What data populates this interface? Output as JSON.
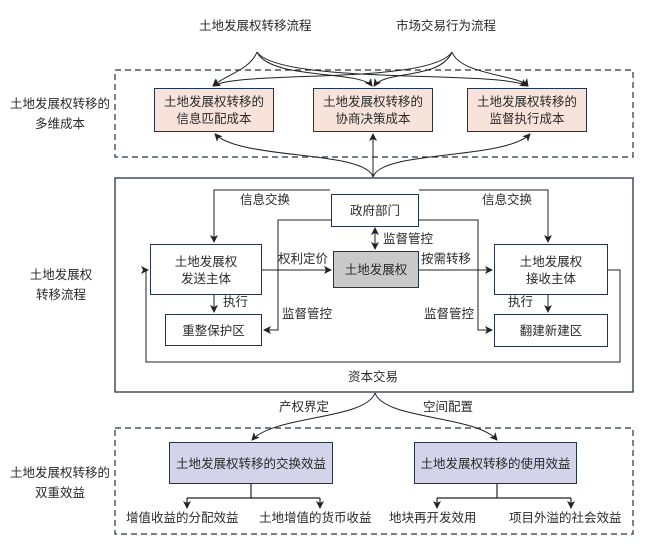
{
  "top": {
    "source_left": "土地发展权转移流程",
    "source_right": "市场交易行为流程"
  },
  "section_costs": {
    "label_line1": "土地发展权转移的",
    "label_line2": "多维成本",
    "boxes": [
      {
        "line1": "土地发展权转移的",
        "line2": "信息匹配成本"
      },
      {
        "line1": "土地发展权转移的",
        "line2": "协商决策成本"
      },
      {
        "line1": "土地发展权转移的",
        "line2": "监督执行成本"
      }
    ]
  },
  "section_flow": {
    "label_line1": "土地发展权",
    "label_line2": "转移流程",
    "gov": "政府部门",
    "core": "土地发展权",
    "sender_line1": "土地发展权",
    "sender_line2": "发送主体",
    "receiver_line1": "土地发展权",
    "receiver_line2": "接收主体",
    "protect_zone": "重整保护区",
    "rebuild_zone": "翻建新建区",
    "info_exchange_left": "信息交换",
    "info_exchange_right": "信息交换",
    "supervise_center": "监督管控",
    "supervise_left": "监督管控",
    "supervise_right": "监督管控",
    "pricing": "权利定价",
    "transfer": "按需转移",
    "execute_left": "执行",
    "execute_right": "执行",
    "capital_trade": "资本交易"
  },
  "links": {
    "property_rights": "产权界定",
    "spatial_allocation": "空间配置"
  },
  "section_benefits": {
    "label_line1": "土地发展权转移的",
    "label_line2": "双重效益",
    "exchange_benefit": "土地发展权转移的交换效益",
    "use_benefit": "土地发展权转移的使用效益",
    "leaves": [
      "增值收益的分配效益",
      "土地增值的货币收益",
      "地块再开发效用",
      "项目外溢的社会效益"
    ]
  }
}
